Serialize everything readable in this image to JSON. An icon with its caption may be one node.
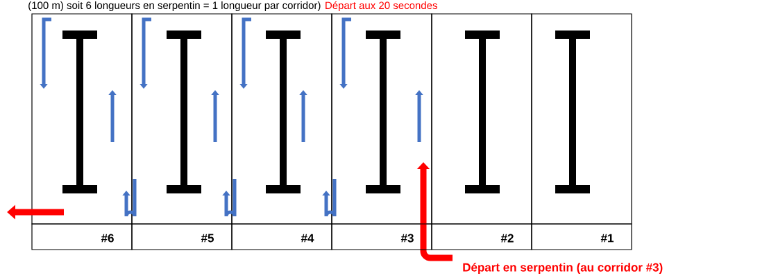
{
  "diagram": {
    "nodes": [
      {
        "text": [
          "#6"
        ]
      },
      {
        "text": [
          "#5"
        ]
      },
      {
        "text": [
          "#4"
        ]
      },
      {
        "text": [
          "#3"
        ]
      },
      {
        "text": [
          "#2"
        ]
      },
      {
        "text": [
          "#1"
        ]
      }
    ],
    "labels": [
      "(100 m) soit 6 longueurs en serpentin = 1 longueur par corridor)",
      "Départ aux 20 secondes",
      "Départ en serpentin (au corridor #3)"
    ]
  }
}
